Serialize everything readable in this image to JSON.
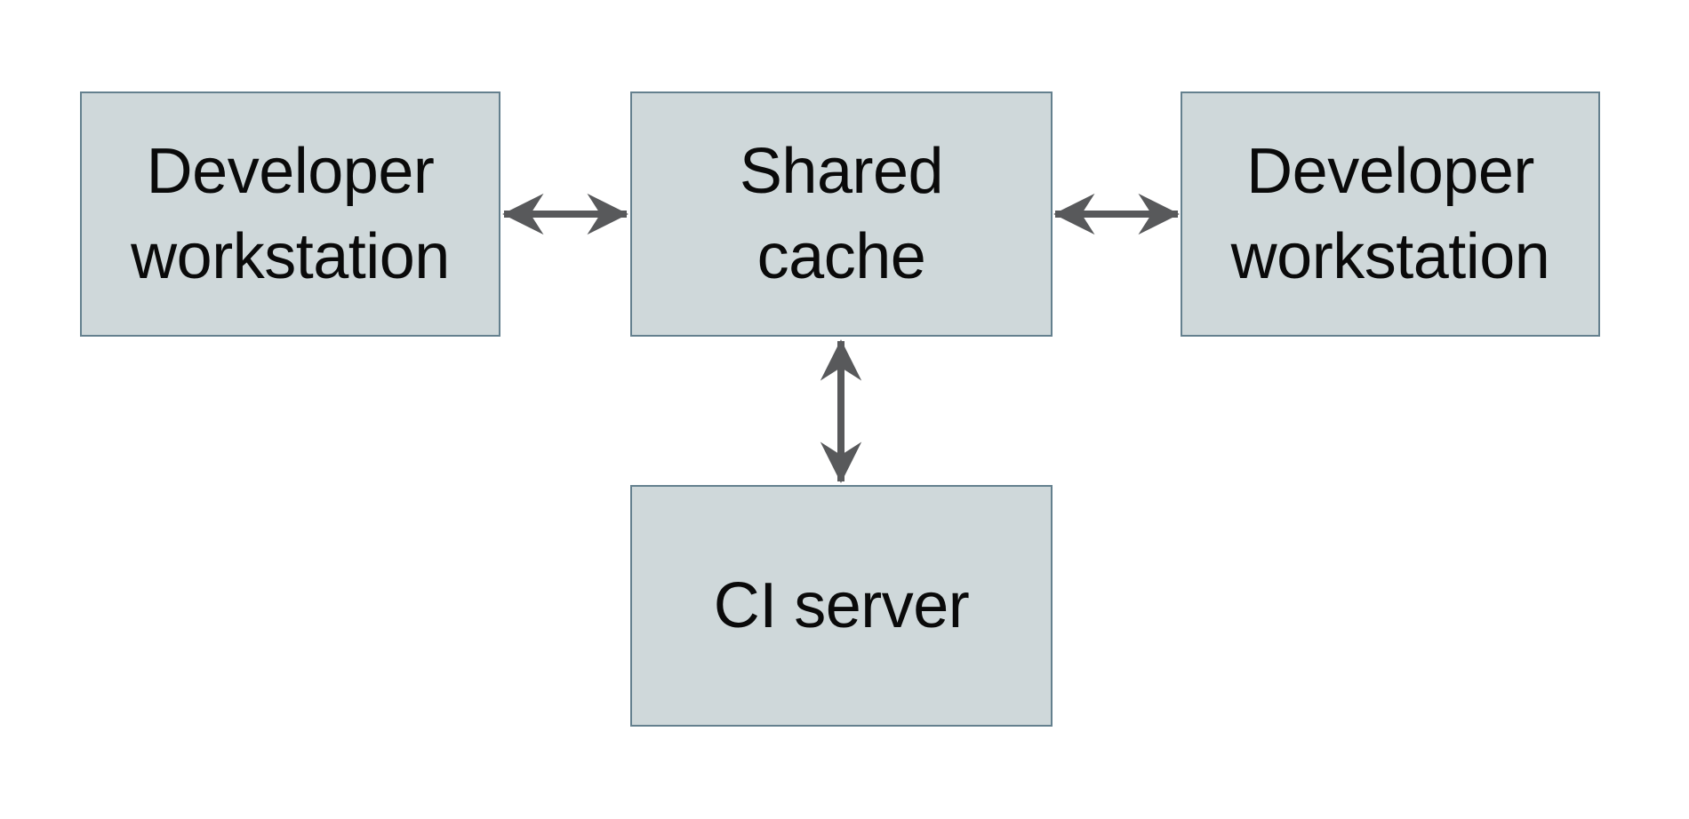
{
  "diagram": {
    "nodes": {
      "dev_workstation_left": {
        "line1": "Developer",
        "line2": "workstation"
      },
      "shared_cache": {
        "line1": "Shared",
        "line2": "cache"
      },
      "dev_workstation_right": {
        "line1": "Developer",
        "line2": "workstation"
      },
      "ci_server": {
        "line1": "CI server"
      }
    },
    "edges": [
      {
        "from": "Developer workstation (left)",
        "to": "Shared cache",
        "type": "bidirectional-arrow"
      },
      {
        "from": "Shared cache",
        "to": "Developer workstation (right)",
        "type": "bidirectional-arrow"
      },
      {
        "from": "Shared cache",
        "to": "CI server",
        "type": "bidirectional-arrow"
      }
    ],
    "colors": {
      "background": "#ffffff",
      "node_fill": "#cfd8da",
      "node_border": "#64808e",
      "arrow": "#58595b",
      "text": "#0a0a0a"
    }
  }
}
